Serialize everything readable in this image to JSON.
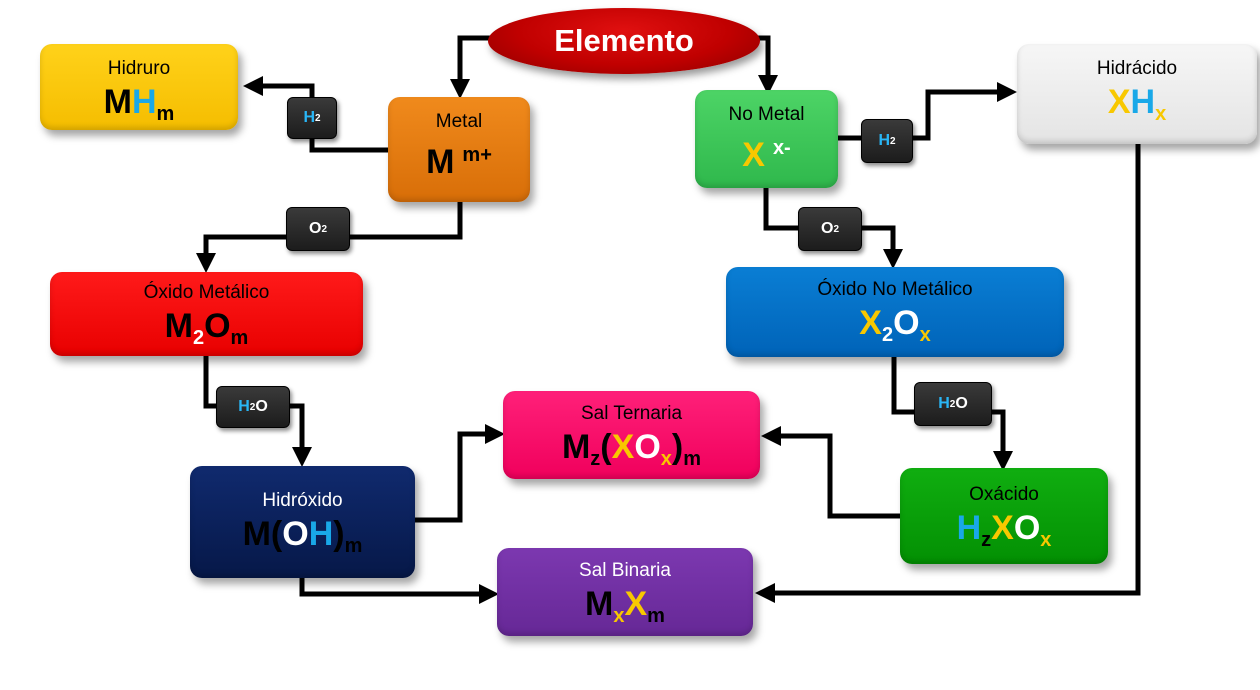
{
  "elemento": "Elemento",
  "boxes": {
    "hidruro": {
      "name": "Hidruro",
      "formula": [
        "M",
        "H",
        "m"
      ]
    },
    "metal": {
      "name": "Metal",
      "formula": [
        "M",
        "m+"
      ]
    },
    "no_metal": {
      "name": "No Metal",
      "formula": [
        "X",
        "x-"
      ]
    },
    "hidracido": {
      "name": "Hidrácido",
      "formula": [
        "X",
        "H",
        "x"
      ]
    },
    "oxido_metalico": {
      "name": "Óxido Metálico",
      "formula": [
        "M",
        "2",
        "O",
        "m"
      ]
    },
    "oxido_no_metalico": {
      "name": "Óxido No Metálico",
      "formula": [
        "X",
        "2",
        "O",
        "x"
      ]
    },
    "sal_ternaria": {
      "name": "Sal Ternaria",
      "formula": [
        "M",
        "z",
        "(",
        "X",
        "O",
        "x",
        ")",
        "m"
      ]
    },
    "hidroxido": {
      "name": "Hidróxido",
      "formula": [
        "M(",
        "O",
        "H",
        ")",
        "m"
      ]
    },
    "oxacido": {
      "name": "Oxácido",
      "formula": [
        "H",
        "z",
        "X",
        "O",
        "x"
      ]
    },
    "sal_binaria": {
      "name": "Sal Binaria",
      "formula": [
        "M",
        "x",
        "X",
        "m"
      ]
    }
  },
  "reactants": {
    "h2_left": [
      "H",
      "2"
    ],
    "h2_right": [
      "H",
      "2"
    ],
    "o2_left": [
      "O",
      "2"
    ],
    "o2_right": [
      "O",
      "2"
    ],
    "h2o_left": [
      "H",
      "2",
      "O"
    ],
    "h2o_right": [
      "H",
      "2",
      "O"
    ]
  },
  "colors": {
    "elemento": "#c00000",
    "hidruro": "#ffc800",
    "metal": "#e07b10",
    "no_metal": "#3cc45a",
    "hidracido": "#efefef",
    "oxido_metalico": "#ff0000",
    "oxido_no_metalico": "#0070c8",
    "sal_ternaria": "#ff0a6c",
    "hidroxido": "#0a1f5c",
    "oxacido": "#06a006",
    "sal_binaria": "#7030a0",
    "cyan_accent": "#19a8e8",
    "yellow_accent": "#f8c800"
  }
}
